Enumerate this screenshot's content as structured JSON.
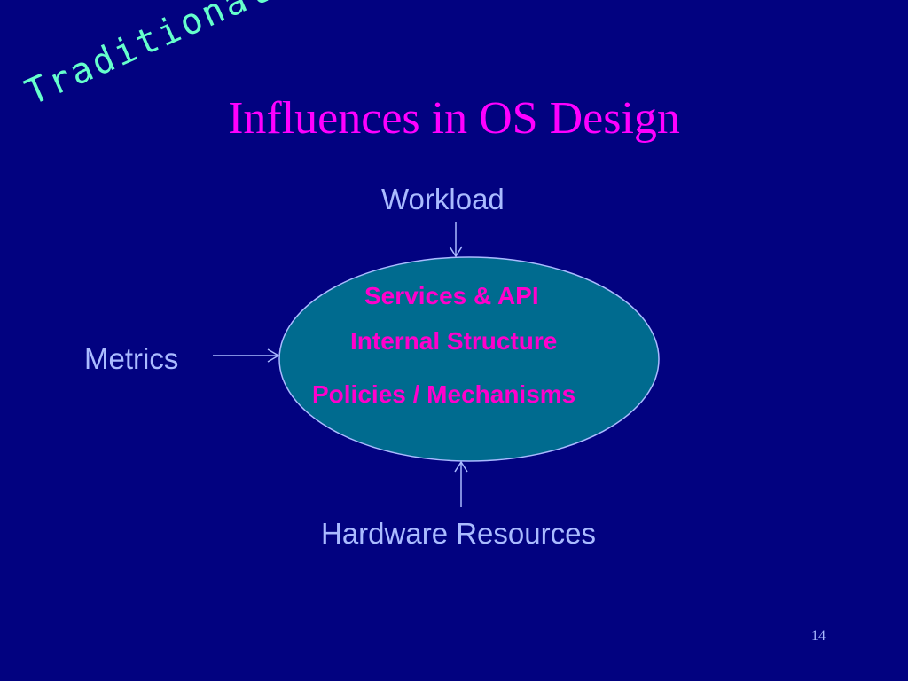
{
  "slide": {
    "tag": "Traditional",
    "title": "Influences in OS Design",
    "page_number": "14"
  },
  "diagram": {
    "inputs": {
      "top": "Workload",
      "left": "Metrics",
      "bottom": "Hardware Resources"
    },
    "oval_lines": [
      "Services & API",
      "Internal Structure",
      "Policies / Mechanisms"
    ]
  },
  "colors": {
    "background": "#020280",
    "title": "#ff00ff",
    "tag": "#66ffcc",
    "labels": "#aabbff",
    "oval_fill": "#006b8f",
    "oval_text": "#ff00cc"
  }
}
